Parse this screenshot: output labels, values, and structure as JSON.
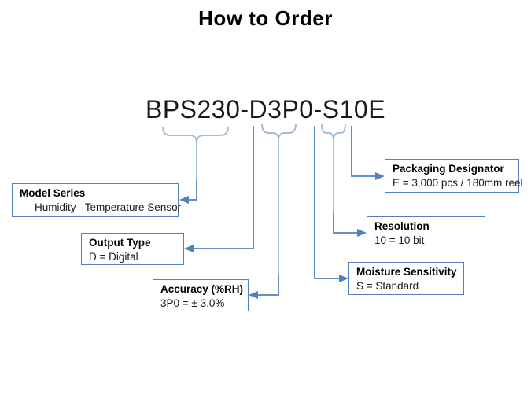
{
  "title": "How to Order",
  "part_number": "BPS230-D3P0-S10E",
  "colors": {
    "line": "#4f81bd",
    "brace": "#a3bdd9"
  },
  "boxes": [
    {
      "key": "model-series",
      "label": "Model Series",
      "value": "Humidity –Temperature Sensor"
    },
    {
      "key": "output-type",
      "label": "Output Type",
      "value": "D = Digital"
    },
    {
      "key": "accuracy",
      "label": "Accuracy (%RH)",
      "value": "3P0 = ± 3.0%"
    },
    {
      "key": "moisture-sensitivity",
      "label": "Moisture Sensitivity",
      "value": "S = Standard"
    },
    {
      "key": "resolution",
      "label": "Resolution",
      "value": "10 = 10 bit"
    },
    {
      "key": "packaging-designator",
      "label": "Packaging Designator",
      "value": "E = 3,000 pcs / 180mm reel"
    }
  ]
}
